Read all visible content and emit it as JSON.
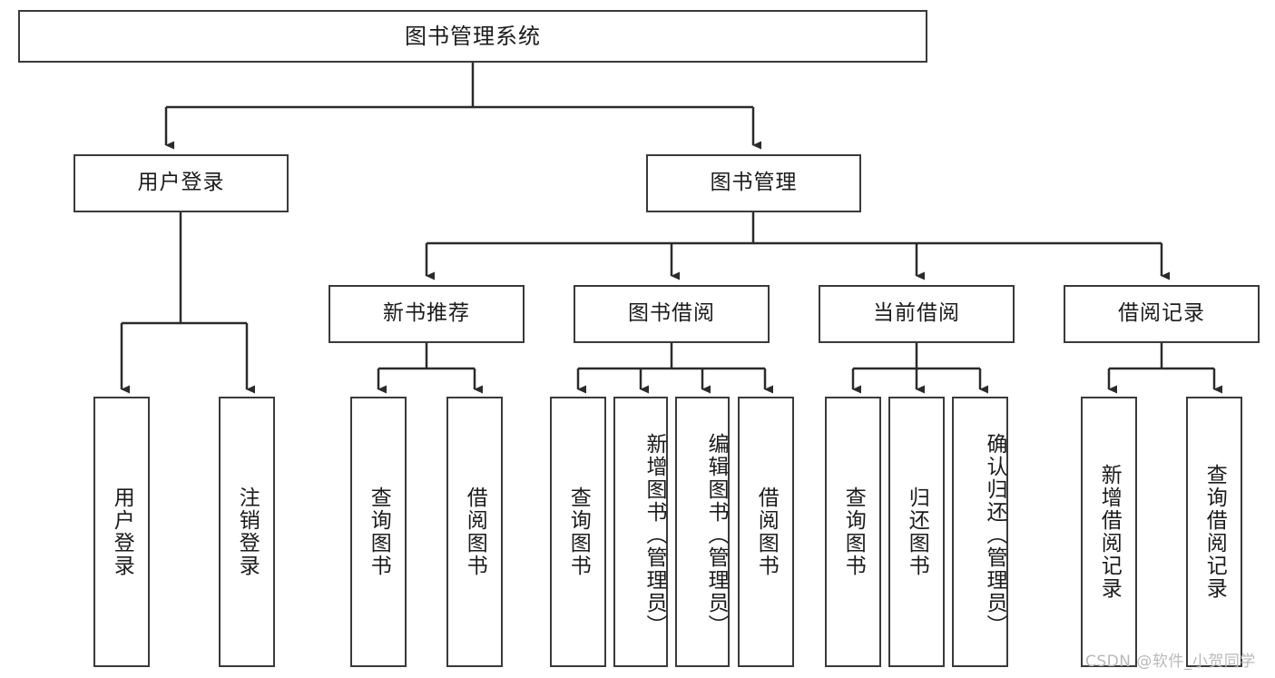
{
  "diagram": {
    "type": "tree-hierarchy",
    "title": "图书管理系统",
    "watermark": "CSDN @软件_小贺同学",
    "colors": {
      "box_border": "#3a3a3a",
      "box_fill": "#ffffff",
      "connector": "#2b2b2b",
      "text": "#1b1b1b",
      "watermark": "#b9b9b9",
      "background": "#ffffff"
    },
    "root": {
      "label": "图书管理系统"
    },
    "level2": [
      {
        "label": "用户登录"
      },
      {
        "label": "图书管理"
      }
    ],
    "level3": [
      {
        "label": "新书推荐"
      },
      {
        "label": "图书借阅"
      },
      {
        "label": "当前借阅"
      },
      {
        "label": "借阅记录"
      }
    ],
    "leaves": {
      "user_login": [
        {
          "label": "用户登录"
        },
        {
          "label": "注销登录"
        }
      ],
      "new_book_recommend": [
        {
          "label": "查询图书"
        },
        {
          "label": "借阅图书"
        }
      ],
      "book_borrow": [
        {
          "label": "查询图书"
        },
        {
          "label": "新增图书（管理员）"
        },
        {
          "label": "编辑图书（管理员）"
        },
        {
          "label": "借阅图书"
        }
      ],
      "current_borrow": [
        {
          "label": "查询图书"
        },
        {
          "label": "归还图书"
        },
        {
          "label": "确认归还（管理员）"
        }
      ],
      "borrow_record": [
        {
          "label": "新增借阅记录"
        },
        {
          "label": "查询借阅记录"
        }
      ]
    }
  }
}
